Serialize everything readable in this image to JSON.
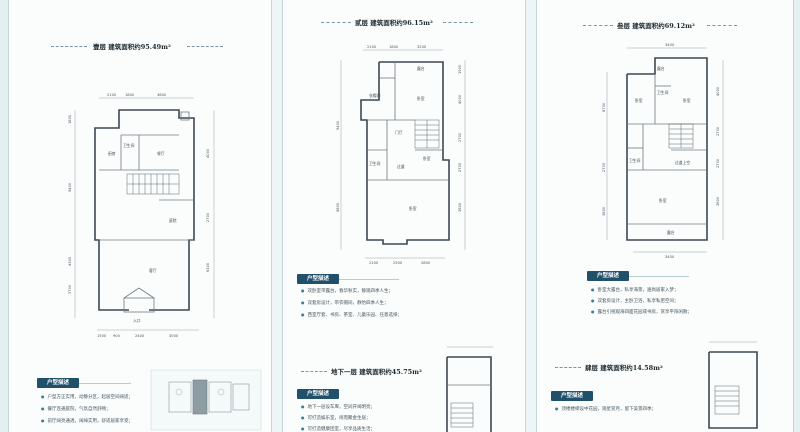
{
  "panels": {
    "first": {
      "title": "壹层  建筑面积约95.49m²",
      "desc_head": "户型描述",
      "bullets": [
        "户型方正实用，动静分区，起居空间阔适；",
        "餐厅连通庭院，气氛自然舒畅；",
        "前厅阔亮通透，阔绰实用，舒适居家享受；"
      ],
      "rooms": {
        "r1": "厨房",
        "r2": "卫生间",
        "r3": "餐厅",
        "r4": "庭院",
        "r5": "客厅",
        "r6": "入口"
      },
      "dims_top": [
        "2100",
        "1800",
        "3600"
      ],
      "dims_bottom": [
        "1500",
        "900",
        "2400",
        "3000"
      ],
      "dims_left": [
        "1800",
        "9400",
        "4300",
        "3700",
        "1200"
      ],
      "dims_right": [
        "4000",
        "2700",
        "6300"
      ]
    },
    "second": {
      "title": "贰层  建筑面积约96.15m²",
      "desc_head": "户型描述",
      "bullets": [
        "双卧室带露台，春华秋实，静观四季人生；",
        "双套房设计，带衣帽间，静怡四季人生；",
        "西室厅套、书房、茶室、儿童乐园、任意选择；"
      ],
      "rooms": {
        "r1": "露台",
        "r2": "衣帽间",
        "r3": "卧室",
        "r4": "门厅",
        "r5": "卫生间",
        "r6": "卧室",
        "r7": "过道",
        "r8": "卧室"
      },
      "dims_top": [
        "2100",
        "1800",
        "3200"
      ],
      "dims_bottom": [
        "2100",
        "2500",
        "2800"
      ],
      "dims_left": [
        "9400",
        "5800"
      ],
      "dims_right": [
        "1900",
        "4000",
        "2700",
        "2700",
        "3600"
      ]
    },
    "third": {
      "title": "叁层  建筑面积约69.12m²",
      "desc_head": "户型描述",
      "bullets": [
        "卧室大露台，私享海景，遍尚居家入梦；",
        "双套房设计，主卧卫浴，私享私密空间；",
        "露台引视观海四面花园或书房，赏享平阳闲散；"
      ],
      "rooms": {
        "r1": "露台",
        "r2": "卧室",
        "r3": "卫生间",
        "r4": "卧室",
        "r5": "卫生间",
        "r6": "过道上空",
        "r7": "卧室",
        "r8": "露台"
      },
      "dims_top": [
        "3400"
      ],
      "dims_bottom": [
        "3400"
      ],
      "dims_left": [
        "6700",
        "2700",
        "3800"
      ],
      "dims_right": [
        "4000",
        "2700",
        "2700",
        "3600"
      ]
    },
    "basement": {
      "title": "地下一层  建筑面积约45.75m²",
      "desc_head": "户型描述",
      "bullets": [
        "地下一层设车库，空间开阔明亮；",
        "可打造娱乐室，闹而聚金生居；",
        "可打造健康团室，尽享品质生活；"
      ]
    },
    "fourth": {
      "title": "肆层  建筑面积约14.58m²",
      "desc_head": "户型描述",
      "bullets": [
        "顶楼楼梯设中花园，观星赏月，留下美景四季；"
      ]
    }
  }
}
